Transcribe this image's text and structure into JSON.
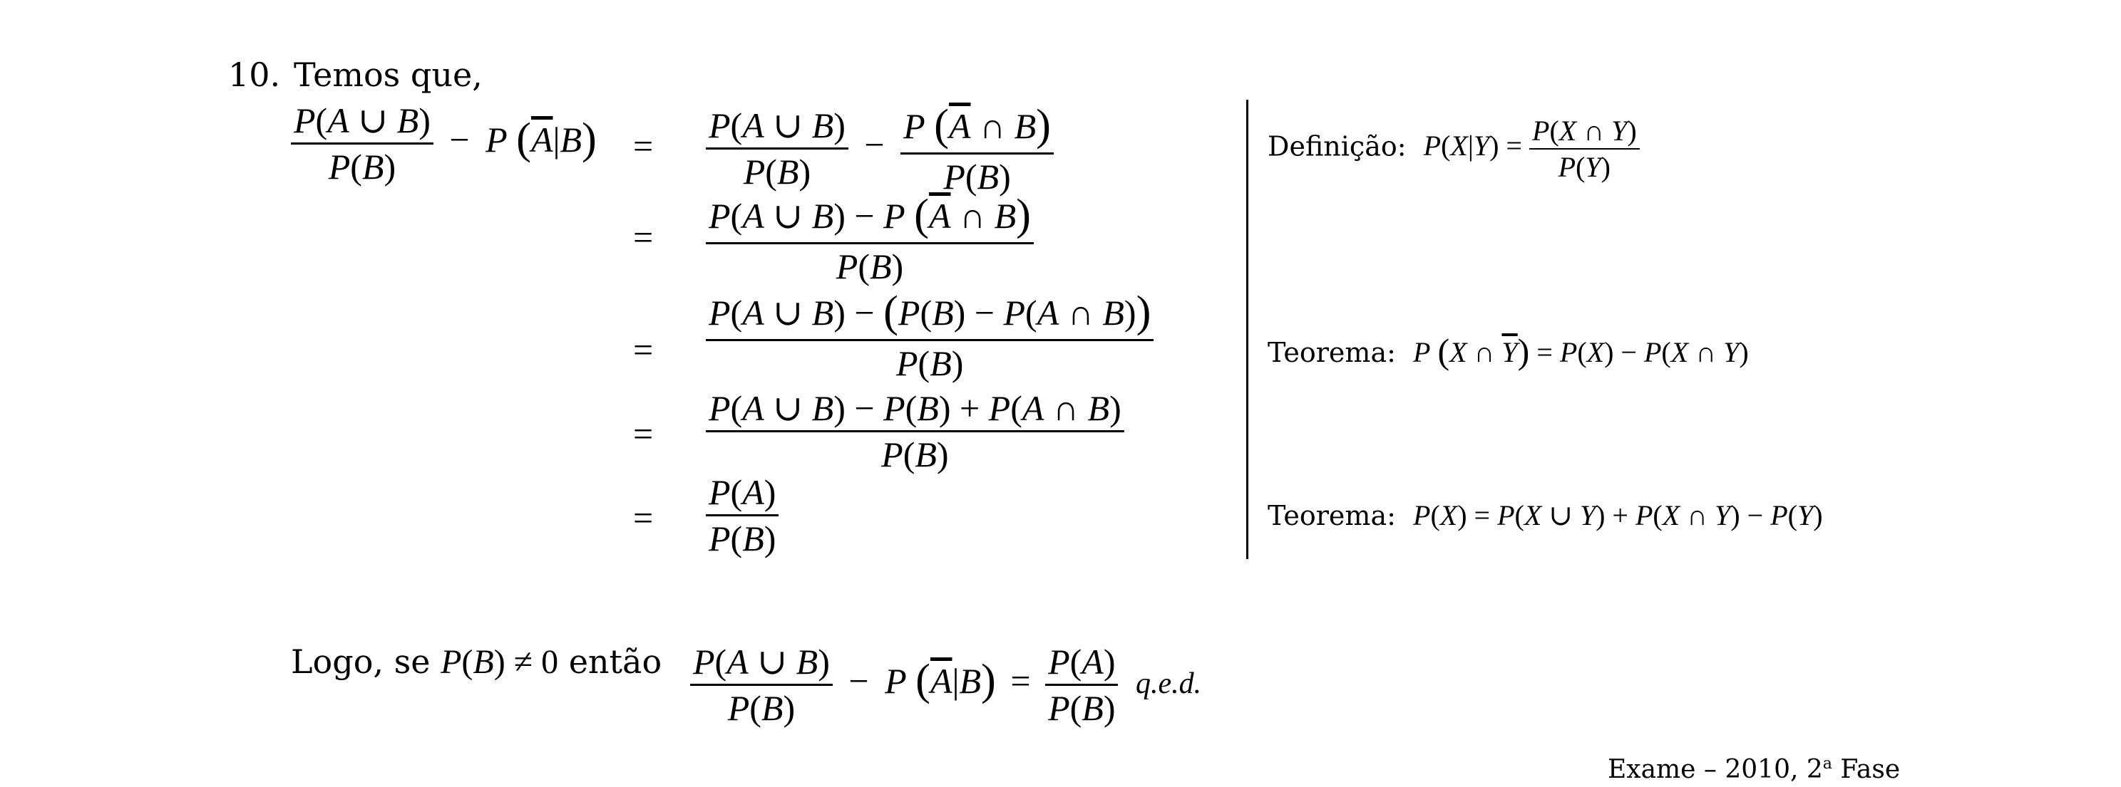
{
  "problem": {
    "number": "10.",
    "intro": "Temos que,"
  },
  "derivation": {
    "eq": "=",
    "lhs": {
      "left_num": "P(A ∪ B)",
      "left_den": "P(B)",
      "minus": "−",
      "term": "P (A|B)"
    },
    "steps": [
      {
        "num1": "P(A ∪ B)",
        "den1": "P(B)",
        "minus": "−",
        "num2": "P (A ∩ B)",
        "den2": "P(B)"
      },
      {
        "num": "P(A ∪ B) − P (A ∩ B)",
        "den": "P(B)"
      },
      {
        "num": "P(A ∪ B) − (P(B) − P(A ∩ B))",
        "den": "P(B)"
      },
      {
        "num": "P(A ∪ B) − P(B) + P(A ∩ B)",
        "den": "P(B)"
      },
      {
        "num": "P(A)",
        "den": "P(B)"
      }
    ]
  },
  "justifications": [
    {
      "label": "Definição:",
      "formula_lhs": "P(X|Y) =",
      "num": "P(X ∩ Y)",
      "den": "P(Y)"
    },
    {
      "label": "Teorema:",
      "formula": "P (X ∩ Y) = P(X) − P(X ∩ Y)"
    },
    {
      "label": "Teorema:",
      "formula": "P(X) = P(X ∪ Y) + P(X ∩ Y) − P(Y)"
    }
  ],
  "conclusion": {
    "prefix": "Logo, se",
    "condition": "P(B) ≠ 0",
    "then": "então",
    "lhs_num": "P(A ∪ B)",
    "lhs_den": "P(B)",
    "minus": "−",
    "term": "P (A|B)",
    "equals": "=",
    "rhs_num": "P(A)",
    "rhs_den": "P(B)",
    "qed": "q.e.d."
  },
  "source": {
    "exam": "Exame – 2010, 2",
    "ordinal": "a",
    "phase": "Fase"
  }
}
